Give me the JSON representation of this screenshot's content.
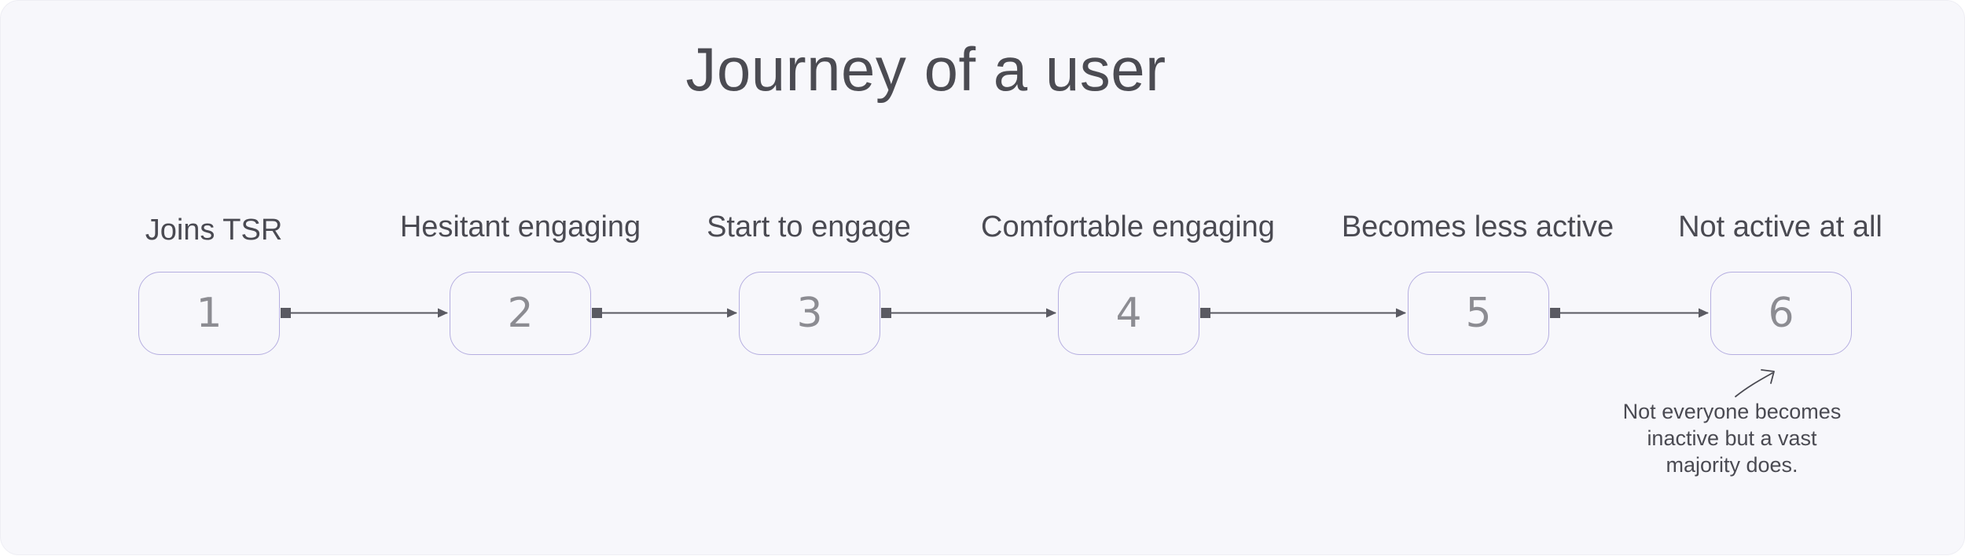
{
  "title": "Journey of a user",
  "stages": [
    {
      "number": "1",
      "label": "Joins TSR"
    },
    {
      "number": "2",
      "label": "Hesitant engaging"
    },
    {
      "number": "3",
      "label": "Start to engage"
    },
    {
      "number": "4",
      "label": "Comfortable engaging"
    },
    {
      "number": "5",
      "label": "Becomes less active"
    },
    {
      "number": "6",
      "label": "Not active at all"
    }
  ],
  "annotation": {
    "line1": "Not everyone becomes",
    "line2": "inactive but a vast",
    "line3": "majority does.",
    "target_stage": "6"
  },
  "colors": {
    "background": "#f7f7fb",
    "node_border": "#b5aee0",
    "connector": "#5a5a62",
    "text": "#4a4a52",
    "number": "#8c8c92"
  }
}
